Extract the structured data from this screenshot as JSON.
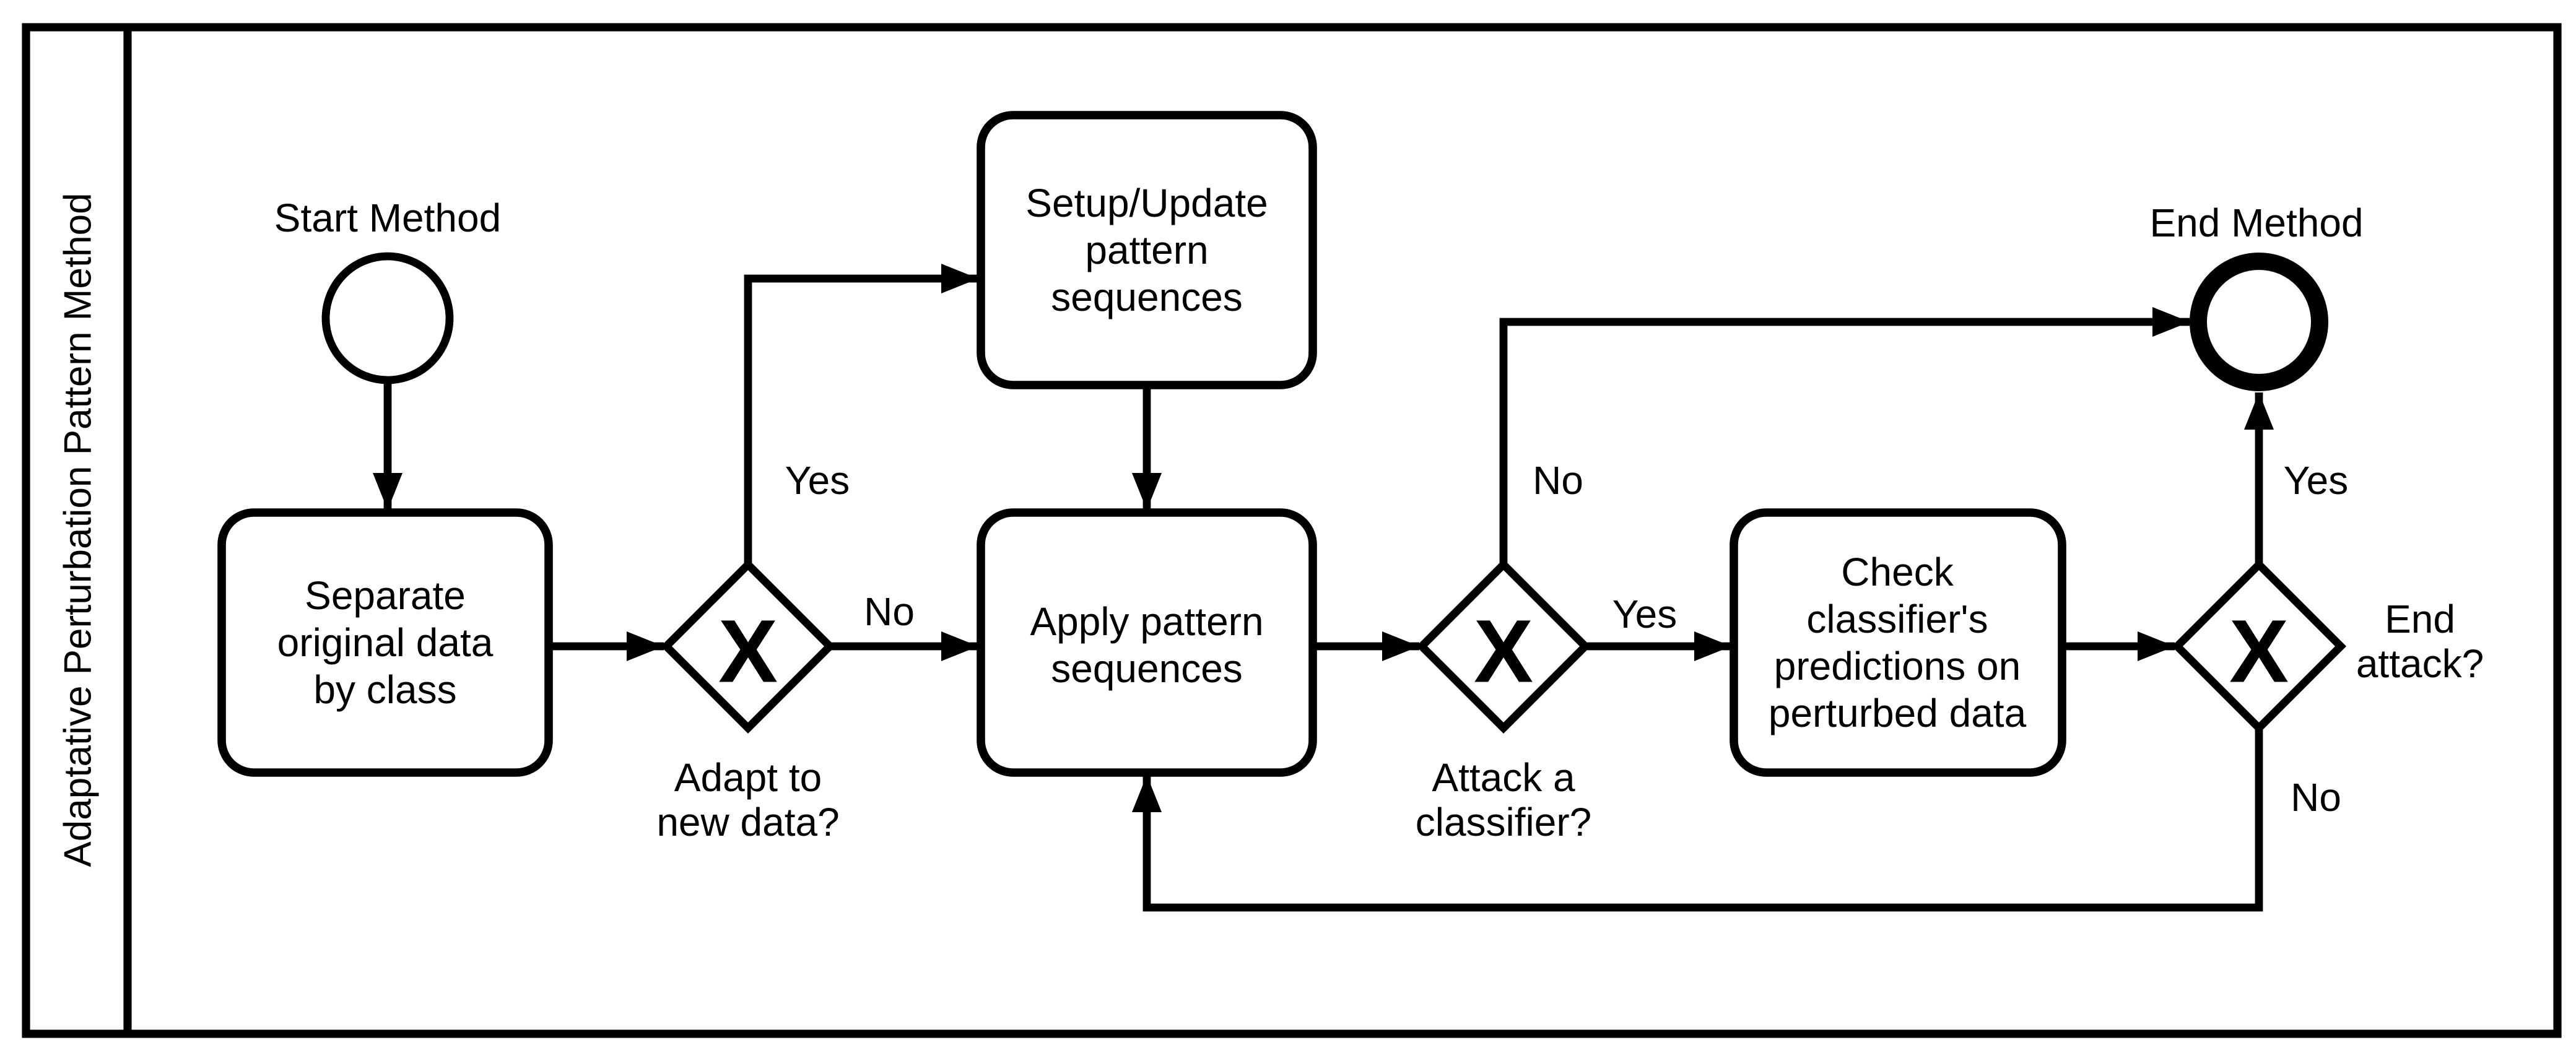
{
  "diagram": {
    "lane_title": "Adaptative Perturbation Pattern Method",
    "colors": {
      "stroke": "#000000",
      "background": "#ffffff"
    },
    "events": {
      "start": {
        "label": "Start Method"
      },
      "end": {
        "label": "End Method"
      }
    },
    "tasks": {
      "separate": {
        "lines": [
          "Separate",
          "original data",
          "by class"
        ]
      },
      "setup": {
        "lines": [
          "Setup/Update",
          "pattern",
          "sequences"
        ]
      },
      "apply": {
        "lines": [
          "Apply pattern",
          "sequences"
        ]
      },
      "check": {
        "lines": [
          "Check",
          "classifier's",
          "predictions on",
          "perturbed data"
        ]
      }
    },
    "gateways": {
      "adapt": {
        "symbol": "X",
        "question": [
          "Adapt to",
          "new data?"
        ],
        "yes": "Yes",
        "no": "No"
      },
      "attack": {
        "symbol": "X",
        "question": [
          "Attack a",
          "classifier?"
        ],
        "yes": "Yes",
        "no": "No"
      },
      "end_attack": {
        "symbol": "X",
        "question": [
          "End",
          "attack?"
        ],
        "yes": "Yes",
        "no": "No"
      }
    }
  }
}
